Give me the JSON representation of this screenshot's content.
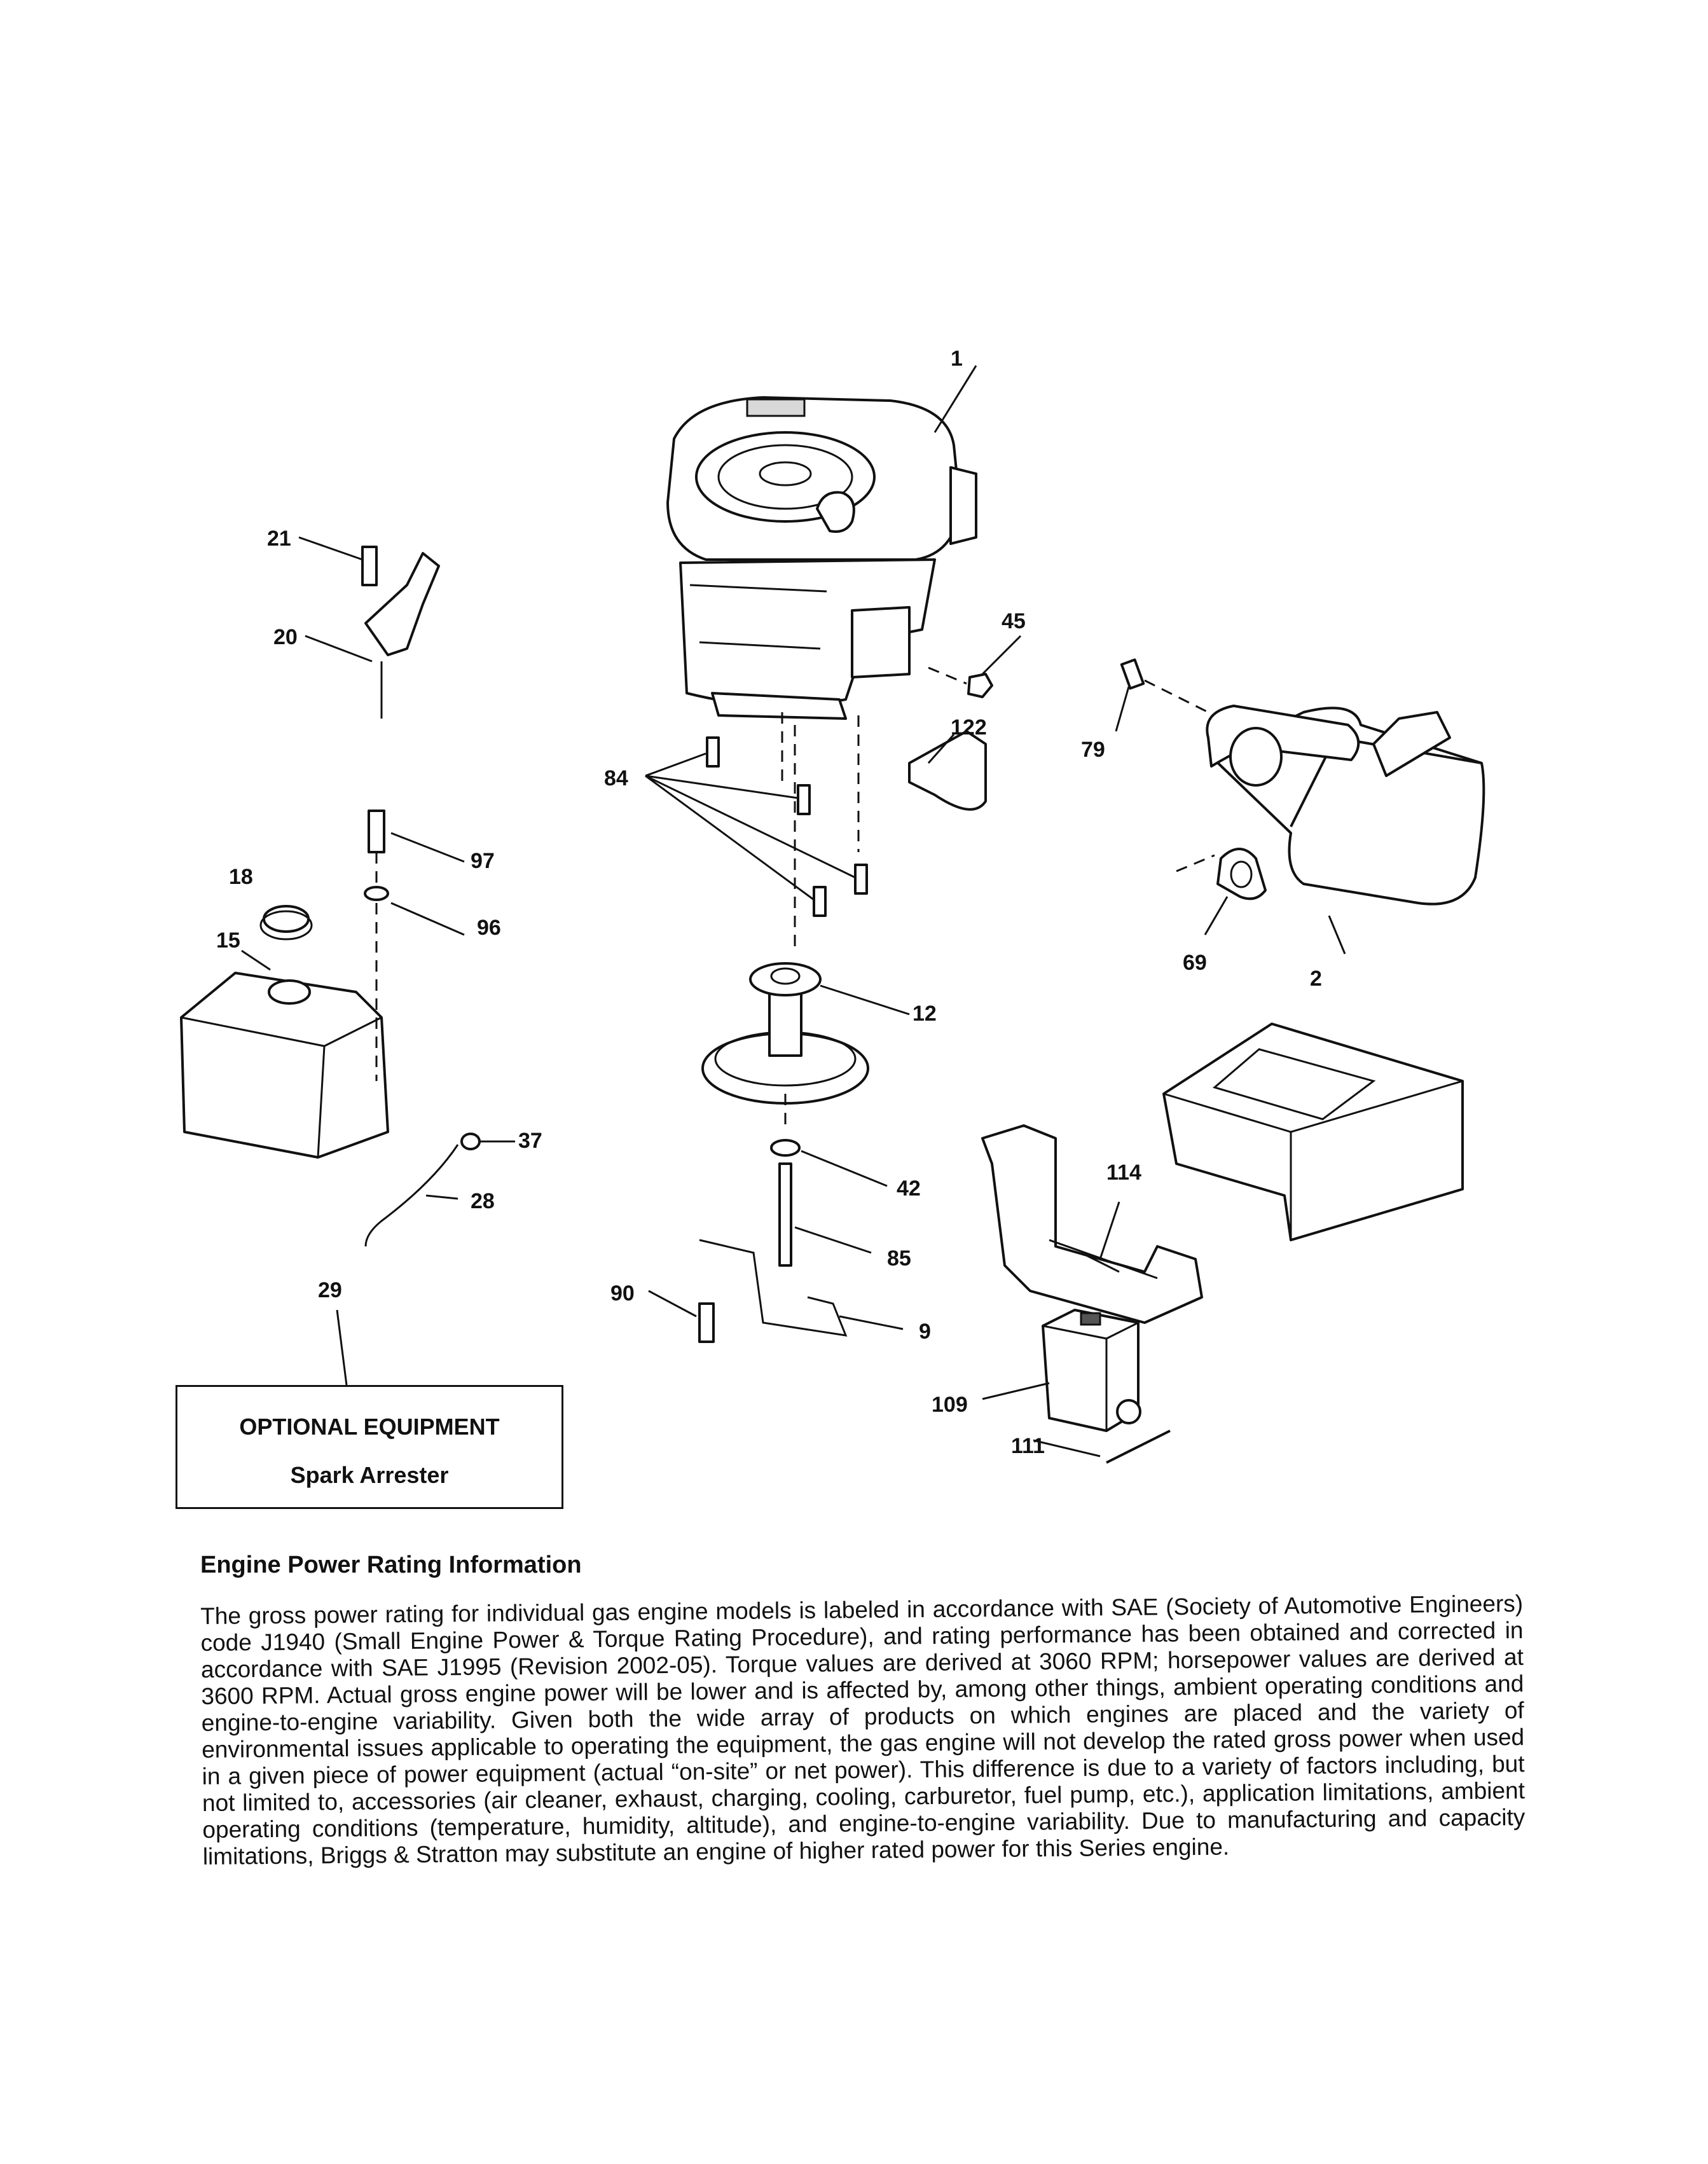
{
  "optional_equipment": {
    "title": "OPTIONAL EQUIPMENT",
    "item": "Spark Arrester"
  },
  "engine_power": {
    "title": "Engine Power Rating Information",
    "body": "The gross power rating for individual gas engine models is labeled in accordance with SAE (Society of Automotive Engineers) code J1940 (Small Engine Power & Torque Rating Procedure), and rating performance has been obtained and corrected in accordance with SAE J1995 (Revision 2002-05). Torque values are derived at 3060 RPM; horsepower values are derived at 3600 RPM. Actual gross engine power will be lower and is affected by, among other things, ambient operating conditions and engine-to-engine variability. Given both the wide array of products on which engines are placed and the variety of environmental issues applicable to operating the equipment, the gas engine will not develop the rated gross power when used in a given piece of power equipment (actual “on-site” or net power). This difference is due to a variety of factors including, but not limited to, accessories (air cleaner, exhaust, charging, cooling, carburetor, fuel pump, etc.), application limitations, ambient operating conditions (temperature, humidity, altitude), and engine-to-engine variability. Due to manufacturing and capacity limitations, Briggs & Stratton may substitute an engine of higher rated power for this Series engine."
  },
  "part_labels": {
    "p1": "1",
    "p2": "2",
    "p9": "9",
    "p12": "12",
    "p15": "15",
    "p18": "18",
    "p20": "20",
    "p21": "21",
    "p28": "28",
    "p29": "29",
    "p37": "37",
    "p42": "42",
    "p45": "45",
    "p69": "69",
    "p79": "79",
    "p84": "84",
    "p85": "85",
    "p90": "90",
    "p96": "96",
    "p97": "97",
    "p109": "109",
    "p111": "111",
    "p114": "114",
    "p122": "122"
  }
}
